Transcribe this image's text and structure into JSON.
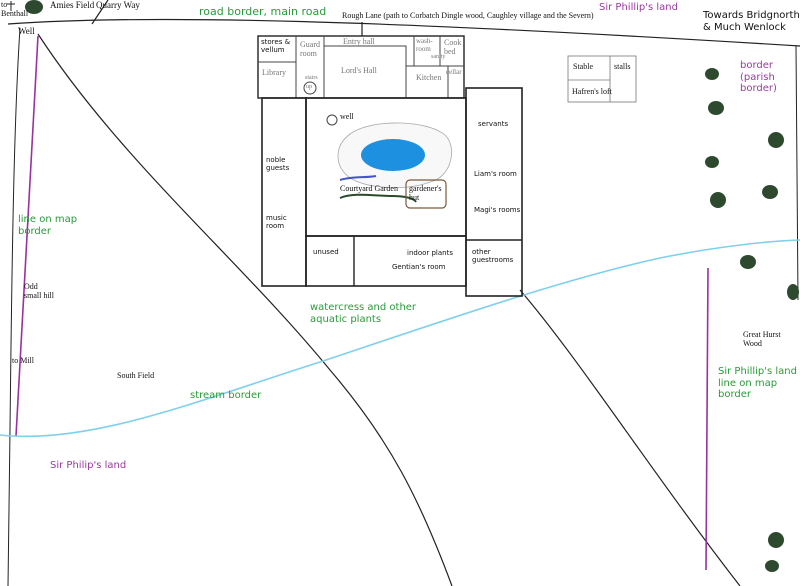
{
  "colors": {
    "road": "#222222",
    "boundary": "#111111",
    "parish_border": "#9b30a0",
    "stream": "#7fd0ec",
    "pond": "#1e90e0",
    "trees": "#2e4a2e",
    "green_text": "#2a9a3a",
    "purple_text": "#9a3aa0"
  },
  "labels": {
    "to_benthall": "to\nBenthall",
    "amies_field": "Amies Field",
    "quarry_way": "Quarry Way",
    "well_left": "Well",
    "road_border": "road border, main road",
    "rough_lane": "Rough Lane  (path to Corbatch Dingle wood, Caughley village and the Severn)",
    "sir_philip_top": "Sir Phillip's land",
    "towards": "Towards Bridgnorth,\n& Much Wenlock",
    "stable": "Stable",
    "stalls": "stalls",
    "hafrens_loft": "Hafren's loft",
    "border_parish": "border\n(parish\nborder)",
    "line_on_map_border_left": "line on map\nborder",
    "odd_small_hill": "Odd\nsmall hill",
    "to_mill": "to Mill",
    "south_field": "South Field",
    "watercress": "watercress and other\naquatic plants",
    "stream_border": "stream border",
    "sir_philip_bottom": "Sir Philip's land",
    "great_hurst_wood": "Great Hurst\nWood",
    "sir_philip_right": "Sir Phillip's land\nline on map\nborder"
  },
  "manor": {
    "stores_vellum": "stores &\nvellum",
    "guard_room": "Guard\nroom",
    "entry_hall": "Entry hall",
    "wash_room": "wash-\nroom",
    "sanity": "sanity",
    "cook_bed": "Cook\nbed",
    "library": "Library",
    "lords_hall": "Lord's Hall",
    "kitchen": "Kitchen",
    "cellar": "cellar",
    "stairs": "stairs",
    "up": "up",
    "well": "well",
    "courtyard_garden": "Courtyard Garden",
    "gardeners_hut": "gardener's\nhut",
    "noble_guests": "noble\nguests",
    "music_room": "music\nroom",
    "servants": "servants",
    "liams_room": "Liam's room",
    "magis_rooms": "Magi's rooms",
    "unused": "unused",
    "indoor_plants": "indoor plants",
    "gentians_room": "Gentian's room",
    "other_guestrooms": "other\nguestrooms"
  }
}
